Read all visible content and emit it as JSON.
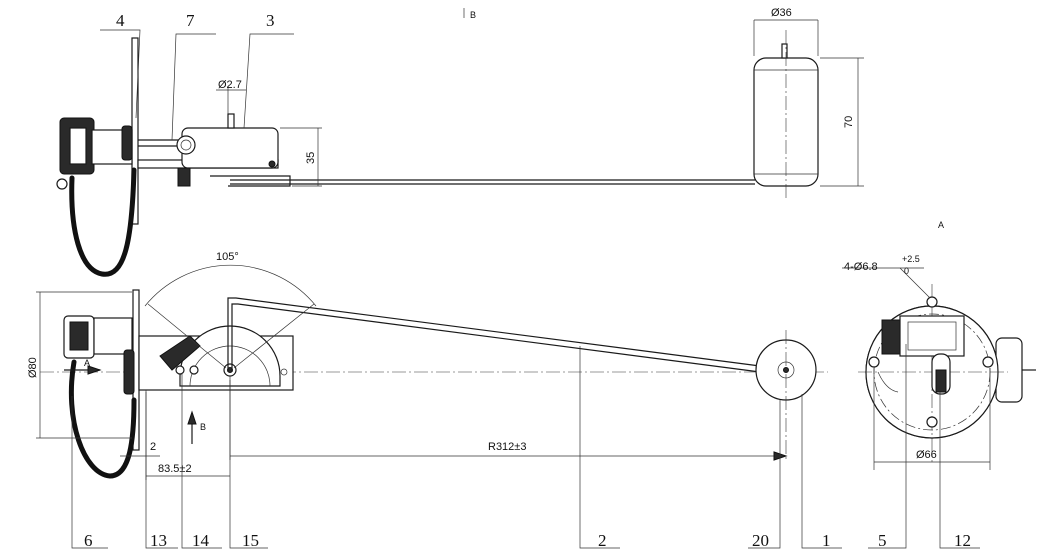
{
  "part_numbers": {
    "p4": "4",
    "p7": "7",
    "p3": "3",
    "p6": "6",
    "p13": "13",
    "p14": "14",
    "p15": "15",
    "p2": "2",
    "p20": "20",
    "p1": "1",
    "p5": "5",
    "p12": "12"
  },
  "dimensions": {
    "d36": "Ø36",
    "d70": "70",
    "d27": "Ø2.7",
    "d35": "35",
    "angle": "105°",
    "d80": "Ø80",
    "radius": "R312±3",
    "offset": "83.5±2",
    "d2": "2",
    "hole_spec": "4-Ø6.8",
    "hole_tol_upper": "+2.5",
    "hole_tol_lower": "0",
    "d66": "Ø66"
  },
  "views": {
    "view_b_top": "B",
    "view_b_arrow": "B",
    "view_a_label": "A",
    "view_a_arrow": "A"
  }
}
